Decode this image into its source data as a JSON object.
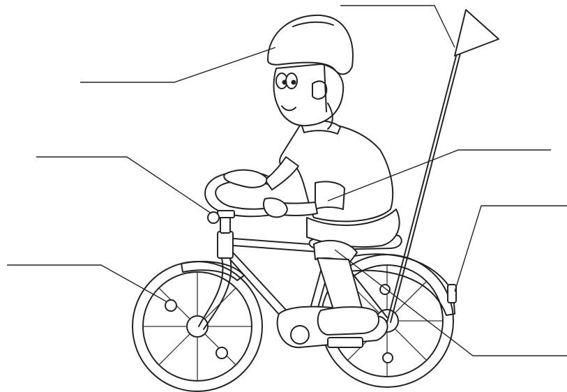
{
  "figure": {
    "kind": "unlabeled-safety-diagram",
    "background": "#ffffff",
    "ink": "#222222"
  },
  "parts": [
    {
      "part": "helmet"
    },
    {
      "part": "flag"
    },
    {
      "part": "bell"
    },
    {
      "part": "reflective-armband"
    },
    {
      "part": "wheel-reflector"
    },
    {
      "part": "rear-reflector"
    },
    {
      "part": "pedal-reflector"
    }
  ]
}
